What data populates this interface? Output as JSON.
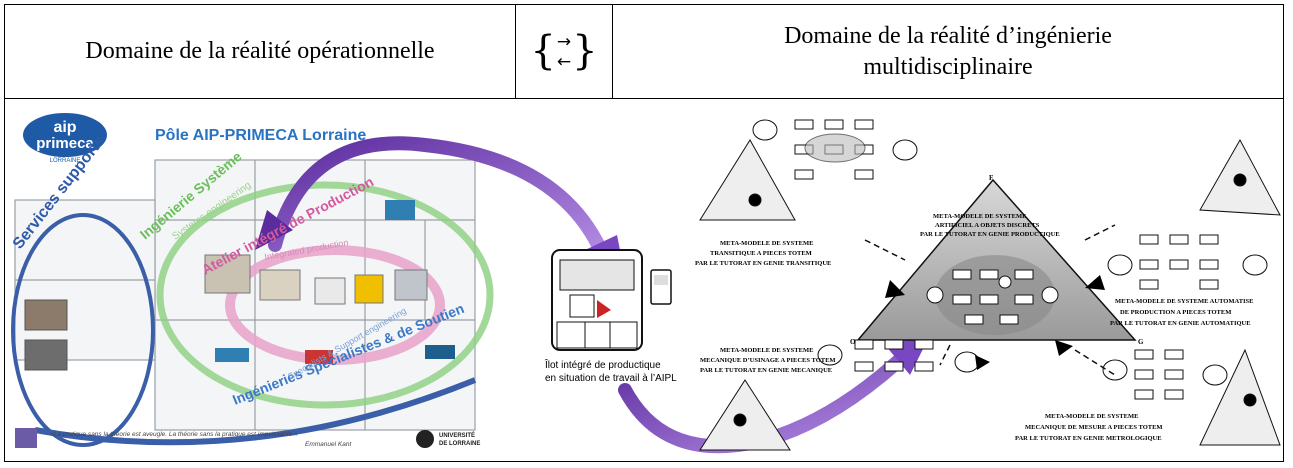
{
  "header": {
    "left": "Domaine de la réalité opérationnelle",
    "arrows": [
      "→",
      "←"
    ],
    "right_line1": "Domaine de la réalité d’ingénierie",
    "right_line2": "multidisciplinaire"
  },
  "left_image": {
    "logo_top": "aip",
    "logo_bottom": "primeca",
    "logo_sub": "LORRAINE",
    "title": "Pôle AIP-PRIMECA Lorraine",
    "services": "Services supports",
    "ingenierie_systeme": "Ingénierie Système",
    "systems_engineering": "Systems engineering",
    "atelier": "Atelier intégré de Production",
    "integrated_production": "Integrated production",
    "ingenieries_specialistes": "Ingénieries Spécialistes & de Soutien",
    "specialists": "Specialists & Support engineering",
    "quote_line1": "«La pratique sans la théorie est aveugle. La théorie sans la pratique est impuissante.»",
    "quote_line2": "Emmanuel Kant",
    "univ_line1": "UNIVERSITÉ",
    "univ_line2": "DE LORRAINE"
  },
  "middle": {
    "caption_line1": "Îlot intégré de productique",
    "caption_line2": "en situation de travail à l’AIPL"
  },
  "right_image": {
    "label_top_1": "META-MODELE DE SYSTEME",
    "label_top_2": "ARTIFICIEL A OBJETS DISCRETS",
    "label_top_3": "PAR LE TUTORAT EN GENIE PRODUCTIQUE",
    "label_tl_1": "META-MODELE DE SYSTEME",
    "label_tl_2": "TRANSITIQUE A PIECES TOTEM",
    "label_tl_3": "PAR LE TUTORAT EN GENIE TRANSITIQUE",
    "label_r_1": "META-MODELE DE SYSTEME AUTOMATISE",
    "label_r_2": "DE PRODUCTION A PIECES TOTEM",
    "label_r_3": "PAR LE TUTORAT EN GENIE AUTOMATIQUE",
    "label_bl_1": "META-MODELE DE SYSTEME",
    "label_bl_2": "MECANIQUE D’USINAGE A PIECES TOTEM",
    "label_bl_3": "PAR LE TUTORAT EN GENIE MECANIQUE",
    "label_br_1": "META-MODELE DE SYSTEME",
    "label_br_2": "MECANIQUE DE MESURE A PIECES TOTEM",
    "label_br_3": "PAR LE TUTORAT EN GENIE METROLOGIQUE",
    "letter_f": "F",
    "letter_o": "O",
    "letter_g": "G"
  }
}
